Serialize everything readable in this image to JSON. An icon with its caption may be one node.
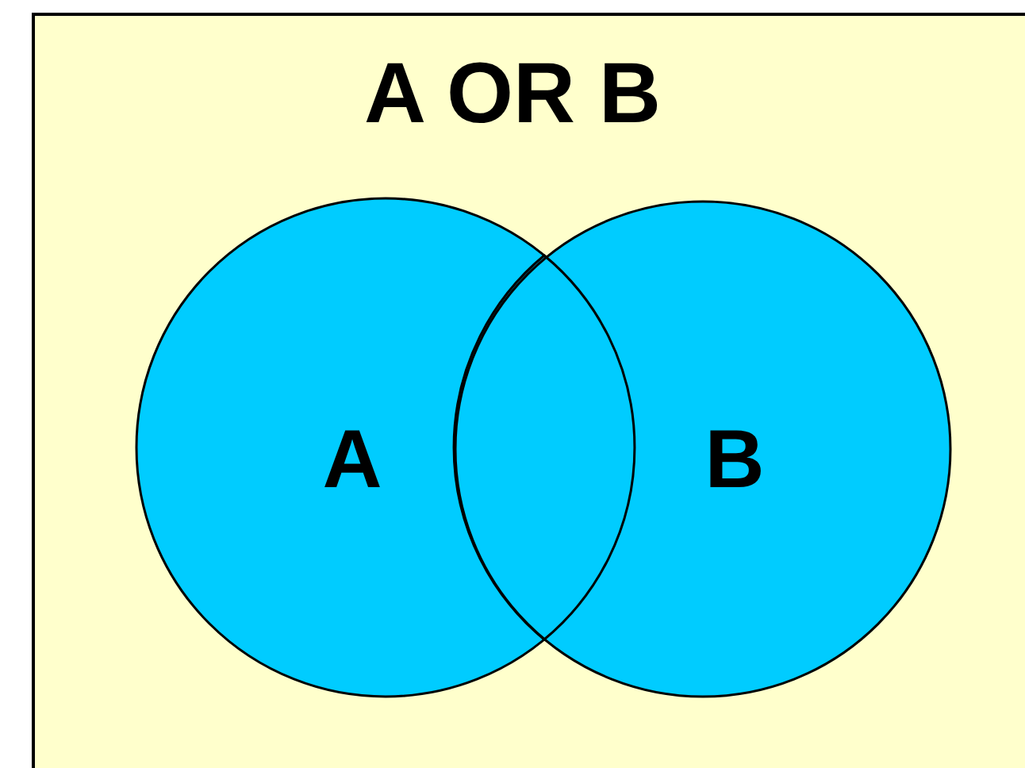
{
  "diagram": {
    "title": "A OR B",
    "nodes": [
      {
        "text": [
          "A"
        ]
      },
      {
        "text": [
          "B"
        ]
      },
      {
        "text": [],
        "shape": "lens"
      }
    ]
  }
}
